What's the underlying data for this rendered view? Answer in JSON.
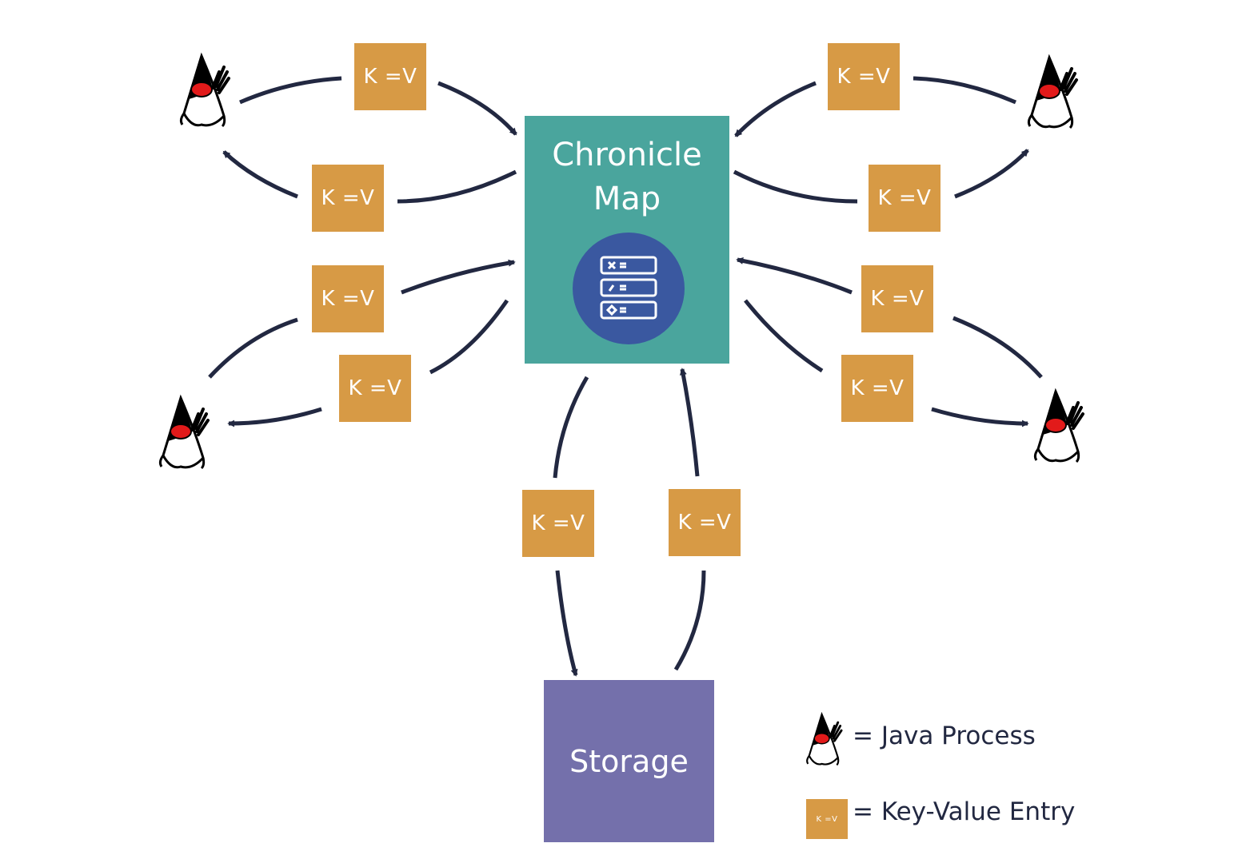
{
  "hub": {
    "title_line1": "Chronicle",
    "title_line2": "Map",
    "icon": "database-list-icon",
    "color": "#4aa59d",
    "icon_color": "#3a58a0"
  },
  "storage": {
    "label": "Storage",
    "color": "#7470ab"
  },
  "entry_label": "K =V",
  "entry_color": "#d79a45",
  "arrow_color": "#222841",
  "process_icon": "java-duke-icon",
  "legend": {
    "process_text": "= Java Process",
    "entry_text": "= Key-Value Entry",
    "entry_sample": "K =V"
  }
}
